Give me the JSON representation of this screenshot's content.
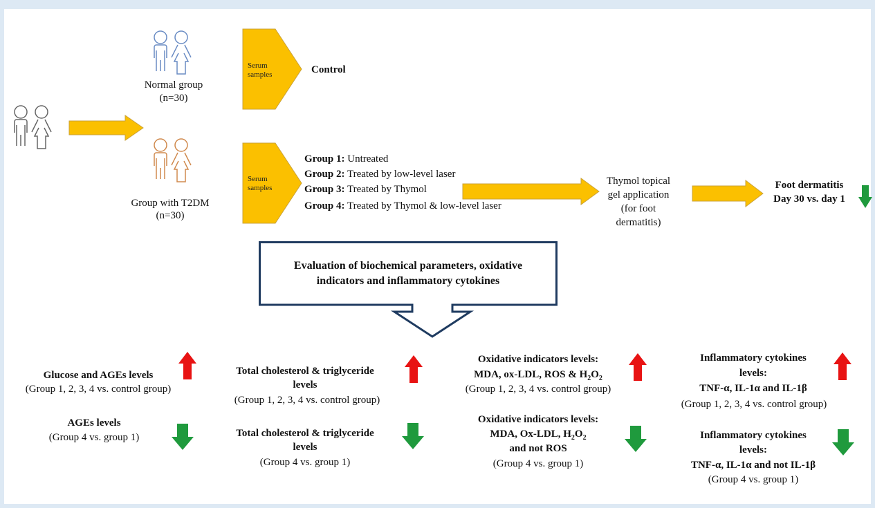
{
  "colors": {
    "page_background": "#dde9f4",
    "canvas": "#ffffff",
    "arrow_fill": "#fbc000",
    "arrow_stroke": "#caa23a",
    "normal_people": "#6a8cc4",
    "t2dm_people": "#d08a4e",
    "neutral_people": "#666666",
    "up_arrow": "#e81313",
    "down_arrow": "#1f9a3d",
    "eval_box_border": "#1f3b60"
  },
  "icons": {
    "people": "two-people-icon",
    "up": "red-up-arrow-icon",
    "down": "green-down-arrow-icon",
    "flow": "yellow-right-arrow-icon"
  },
  "normal_group": {
    "label": "Normal group",
    "n": "(n=30)",
    "serum": [
      "Serum",
      "samples"
    ],
    "result": "Control"
  },
  "t2dm_group": {
    "label": "Group with T2DM",
    "n": "(n=30)",
    "serum": [
      "Serum",
      "samples"
    ],
    "groups": [
      {
        "name": "Group 1:",
        "desc": " Untreated"
      },
      {
        "name": "Group 2:",
        "desc": " Treated by low-level laser"
      },
      {
        "name": "Group 3:",
        "desc": " Treated by Thymol"
      },
      {
        "name": "Group 4:",
        "desc": " Treated by Thymol & low-level laser"
      }
    ]
  },
  "thymol": [
    "Thymol topical",
    "gel application",
    "(for foot",
    "dermatitis)"
  ],
  "foot": [
    "Foot dermatitis",
    "Day 30 vs. day 1"
  ],
  "evaluation": [
    "Evaluation of biochemical parameters, oxidative",
    "indicators and inflammatory cytokines"
  ],
  "results_up": {
    "glucose": {
      "title": "Glucose and AGEs levels",
      "compare": "(Group 1, 2, 3, 4 vs. control group)"
    },
    "chol": {
      "title1": "Total cholesterol & triglyceride",
      "title2": "levels",
      "compare": "(Group 1, 2, 3, 4 vs. control group)"
    },
    "oxid": {
      "title1": "Oxidative indicators levels:",
      "title2_pre": "MDA, ox-LDL, ROS & H",
      "sub": "2",
      "title2_mid": "O",
      "sub2": "2",
      "compare": "(Group 1, 2, 3, 4 vs. control group)"
    },
    "inflam": {
      "title1": "Inflammatory cytokines",
      "title2": "levels:",
      "title3": "TNF-α, IL-1α and IL-1β",
      "compare": "(Group 1, 2, 3, 4 vs. control group)"
    }
  },
  "results_down": {
    "ages": {
      "title": "AGEs levels",
      "compare": "(Group 4 vs. group 1)"
    },
    "chol": {
      "title1": "Total cholesterol & triglyceride",
      "title2": "levels",
      "compare": "(Group 4 vs. group 1)"
    },
    "oxid": {
      "title1": "Oxidative indicators levels:",
      "title2_pre": "MDA, Ox-LDL, H",
      "sub": "2",
      "title2_mid": "O",
      "sub2": "2",
      "title3": "and not ROS",
      "compare": "(Group 4 vs. group 1)"
    },
    "inflam": {
      "title1": "Inflammatory cytokines",
      "title2": "levels:",
      "title3": "TNF-α, IL-1α and not IL-1β",
      "compare": "(Group 4 vs. group 1)"
    }
  }
}
